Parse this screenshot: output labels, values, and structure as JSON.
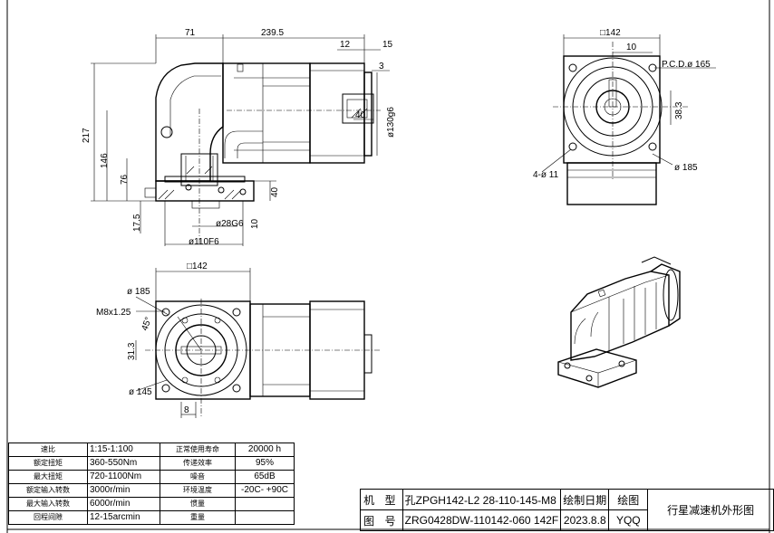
{
  "dims": {
    "d71": "71",
    "d239_5": "239.5",
    "d12": "12",
    "d15": "15",
    "d3": "3",
    "d40a": "40",
    "d130": "ø130g6",
    "d217": "217",
    "d146": "146",
    "d76": "76",
    "d40b": "40",
    "d17_5": "17.5",
    "d10": "10",
    "d28": "ø28G6",
    "d110": "ø110F6",
    "sq142a": "□142",
    "d10b": "10",
    "pcd": "P.C.D.ø 165",
    "d38_3": "38.3",
    "h4": "4-ø 11",
    "d185a": "ø 185",
    "sq142b": "□142",
    "d185b": "ø 185",
    "m8": "M8x1.25",
    "a45": "45°",
    "d31_3": "31.3",
    "d145": "ø 145",
    "d8": "8"
  },
  "spec_table": [
    {
      "k1": "速比",
      "v1": "1:15-1:100",
      "k2": "正常使用寿命",
      "v2": "20000 h"
    },
    {
      "k1": "额定扭矩",
      "v1": "360-550Nm",
      "k2": "传递效率",
      "v2": "95%"
    },
    {
      "k1": "最大扭矩",
      "v1": "720-1100Nm",
      "k2": "噪音",
      "v2": "65dB"
    },
    {
      "k1": "额定输入转数",
      "v1": "3000r/min",
      "k2": "环境温度",
      "v2": "-20C- +90C"
    },
    {
      "k1": "最大输入转数",
      "v1": "6000r/min",
      "k2": "惯量",
      "v2": ""
    },
    {
      "k1": "回程间隙",
      "v1": "12-15arcmin",
      "k2": "重量",
      "v2": ""
    }
  ],
  "title_block": {
    "model_label": "机 型",
    "model_value": "孔ZPGH142-L2 28-110-145-M8",
    "drawdate_label": "绘制日期",
    "drawer_label": "绘图",
    "drawing_no_label": "图 号",
    "drawing_no_value": "ZRG0428DW-110142-060 142F",
    "date_value": "2023.8.8",
    "drawer_value": "YQQ",
    "title": "行星减速机外形图"
  }
}
